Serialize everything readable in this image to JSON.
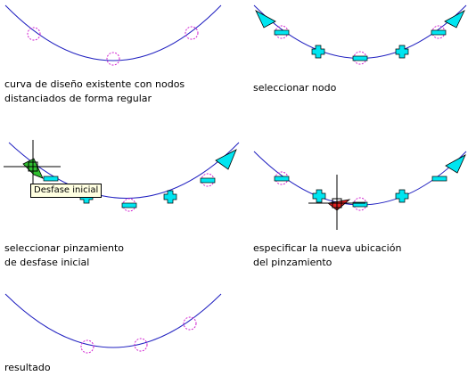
{
  "colors": {
    "curve": "#2020c0",
    "node_marker": "#d020d0",
    "grip": "#00e5f0",
    "grip_border": "#000000",
    "selected_grip": "#30c030",
    "active_grip": "#e02020",
    "tooltip_bg": "#ffffe1"
  },
  "panels": [
    {
      "id": "p1",
      "caption_lines": [
        "curva de diseño existente con nodos",
        "distanciados de forma regular"
      ]
    },
    {
      "id": "p2",
      "caption_lines": [
        "seleccionar nodo"
      ]
    },
    {
      "id": "p3",
      "caption_lines": [
        "seleccionar pinzamiento",
        "de desfase inicial"
      ],
      "tooltip": "Desfase inicial"
    },
    {
      "id": "p4",
      "caption_lines": [
        "especificar la nueva ubicación",
        "del pinzamiento"
      ]
    },
    {
      "id": "p5",
      "caption_lines": [
        "resultado"
      ]
    }
  ]
}
